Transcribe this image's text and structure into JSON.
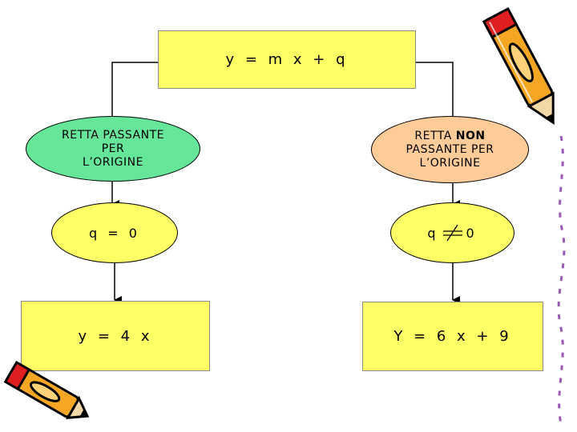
{
  "top": {
    "equation": "y = m x + q"
  },
  "left": {
    "title_lines": [
      "RETTA PASSANTE",
      "PER",
      "L’ORIGINE"
    ],
    "condition": "q = 0",
    "example": "y = 4 x"
  },
  "right": {
    "title_line1_prefix": "RETTA ",
    "title_line1_bold": "NON",
    "title_line2": "PASSANTE PER",
    "title_line3": "L’ORIGINE",
    "condition_left": "q",
    "condition_right": "0",
    "example": "Y = 6 x + 9"
  },
  "colors": {
    "box_yellow": "#ffff66",
    "ellipse_green": "#66e699",
    "ellipse_peach": "#ffcc99",
    "pencil_orange": "#f5a623",
    "pencil_red": "#e02020"
  },
  "icons": [
    "pencil-icon-top-right",
    "pencil-icon-bottom-left",
    "dashed-border-decoration"
  ]
}
